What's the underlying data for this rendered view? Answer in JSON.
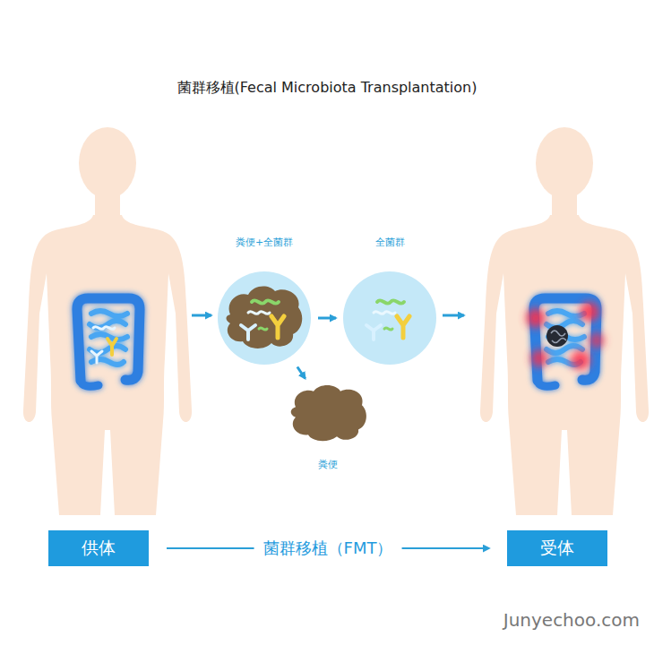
{
  "diagram": {
    "title": "菌群移植(Fecal Microbiota Transplantation)",
    "nodes": [
      {
        "text": [
          "粪便+全菌群"
        ]
      },
      {
        "text": [
          "全菌群"
        ]
      },
      {
        "text": [
          "粪便"
        ]
      },
      {
        "text": [
          "供体"
        ]
      },
      {
        "text": [
          "受体"
        ]
      }
    ],
    "edges": [
      {
        "from": 0,
        "to": 1,
        "arrow": "to"
      },
      {
        "from": 0,
        "to": 2,
        "arrow": "to"
      },
      {
        "from": 3,
        "to": 4,
        "label": "菌群移植（FMT）",
        "arrow": "to"
      }
    ],
    "labels": [
      "Junyechoo.com"
    ]
  }
}
